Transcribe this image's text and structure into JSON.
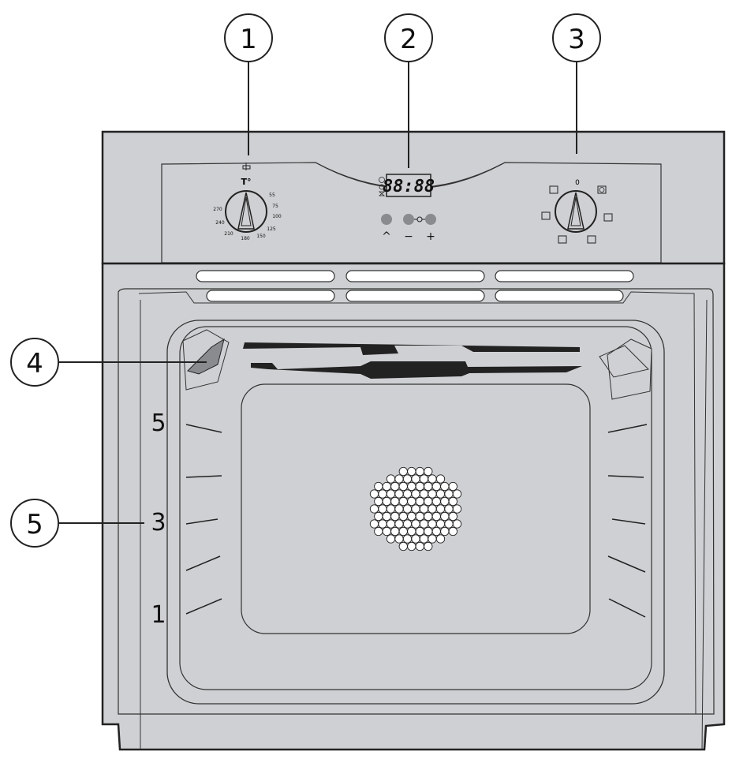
{
  "callouts": [
    {
      "label": "1",
      "target": "temperature-knob"
    },
    {
      "label": "2",
      "target": "timer-display"
    },
    {
      "label": "3",
      "target": "function-knob"
    },
    {
      "label": "4",
      "target": "oven-lamp"
    },
    {
      "label": "5",
      "target": "shelf-level-3"
    }
  ],
  "shelf_labels": {
    "top": "5",
    "middle": "3",
    "bottom": "1"
  },
  "temperature_knob": {
    "label": "T°",
    "scale": [
      "55",
      "75",
      "100",
      "125",
      "150",
      "180",
      "210",
      "240",
      "270"
    ]
  },
  "function_knob": {
    "zero_label": "0"
  },
  "timer": {
    "display": "88:88",
    "buttons": [
      "^",
      "−",
      "+"
    ]
  },
  "icons": [
    "clock-icon",
    "bell-icon",
    "hourglass-icon",
    "lamp-icon",
    "fan-icon",
    "top-bottom-heat-icon",
    "grill-icon",
    "bottom-heat-icon",
    "defrost-icon",
    "thermostat-icon"
  ]
}
